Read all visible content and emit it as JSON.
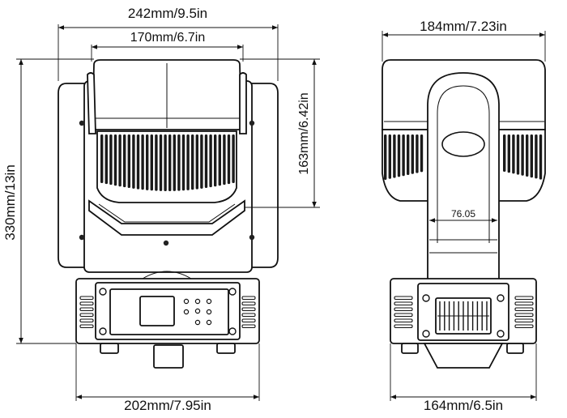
{
  "dimensions": {
    "front_width_top": "242mm/9.5in",
    "front_width_head": "170mm/6.7in",
    "front_height_total": "330mm/13in",
    "front_height_head": "163mm/6.42in",
    "front_width_base": "202mm/7.95in",
    "side_width_top": "184mm/7.23in",
    "side_width_base": "164mm/6.5in",
    "side_arm_width": "76.05"
  },
  "colors": {
    "line": "#111111",
    "background": "#ffffff"
  }
}
